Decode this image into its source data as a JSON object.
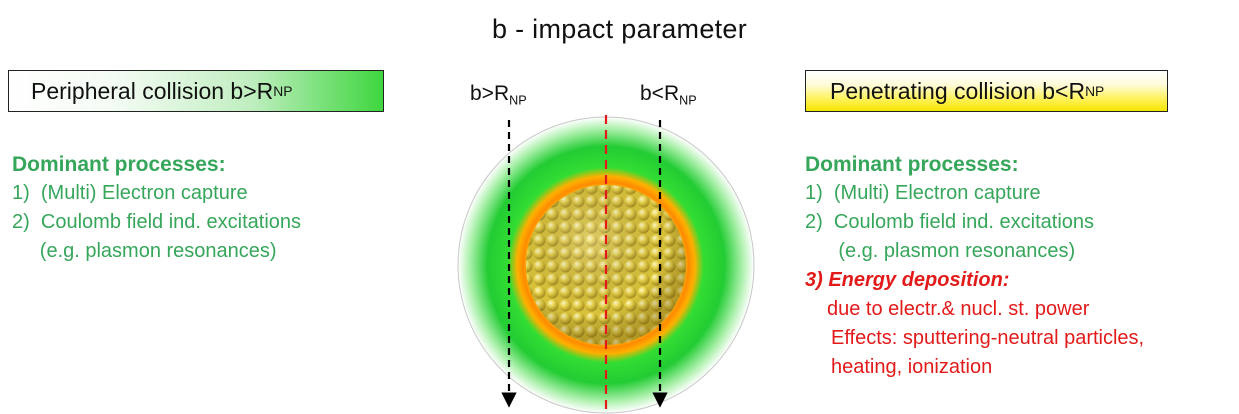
{
  "title": "b - impact parameter",
  "left_box": {
    "text": "Peripheral collision  b>R",
    "sub": "NP"
  },
  "right_box": {
    "text": "Penetrating collision b<R",
    "sub": "NP"
  },
  "left_section": {
    "heading": "Dominant processes:",
    "items": [
      "1)  (Multi) Electron capture",
      "2)  Coulomb field ind. excitations",
      "     (e.g. plasmon resonances)"
    ]
  },
  "right_section": {
    "heading": "Dominant processes:",
    "items": [
      "1)  (Multi) Electron capture",
      "2)  Coulomb field ind. excitations",
      "      (e.g. plasmon resonances)"
    ],
    "item3_heading": "3) Energy deposition:",
    "item3_lines": [
      "due to electr.& nucl. st. power",
      "Effects: sputtering-neutral particles,",
      "heating, ionization"
    ]
  },
  "markers": {
    "left": {
      "text": "b>R",
      "sub": "NP"
    },
    "right": {
      "text": "b<R",
      "sub": "NP"
    }
  },
  "colors": {
    "green_text": "#36a65a",
    "red_text": "#e21a1a",
    "glow_green": "#2ecc40",
    "glow_orange": "#ff8c00",
    "sphere_yellow": "#e8d24a"
  }
}
